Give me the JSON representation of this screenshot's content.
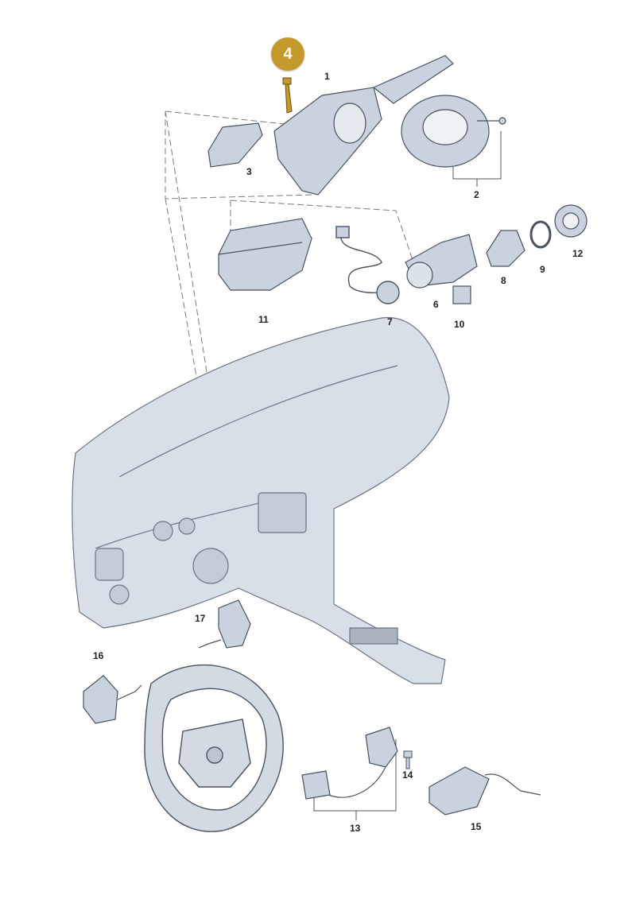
{
  "highlighted_part": "4",
  "parts": [
    {
      "id": "1",
      "label": "1"
    },
    {
      "id": "2",
      "label": "2"
    },
    {
      "id": "3",
      "label": "3"
    },
    {
      "id": "6",
      "label": "6"
    },
    {
      "id": "7",
      "label": "7"
    },
    {
      "id": "8",
      "label": "8"
    },
    {
      "id": "9",
      "label": "9"
    },
    {
      "id": "10",
      "label": "10"
    },
    {
      "id": "11",
      "label": "11"
    },
    {
      "id": "12",
      "label": "12"
    },
    {
      "id": "13",
      "label": "13"
    },
    {
      "id": "14",
      "label": "14"
    },
    {
      "id": "15",
      "label": "15"
    },
    {
      "id": "16",
      "label": "16"
    },
    {
      "id": "17",
      "label": "17"
    }
  ],
  "colors": {
    "part_fill": "#c9d2de",
    "part_dark": "#4a5260",
    "dash_line": "#7a7a7a",
    "highlight": "#c49a2c"
  }
}
